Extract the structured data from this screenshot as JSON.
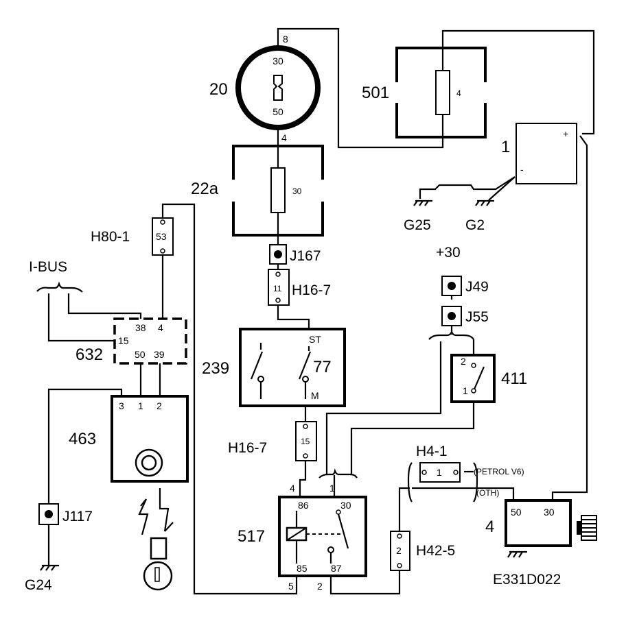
{
  "diagram_code": "E331D022",
  "components": {
    "ignition_switch": {
      "ref": "20",
      "pin_top": "8",
      "pin_30": "30",
      "pin_50": "50",
      "pin_bottom": "4"
    },
    "fuse_box": {
      "ref": "501",
      "fuse": "4"
    },
    "battery": {
      "ref": "1",
      "plus": "+",
      "minus": "-"
    },
    "fuse_22a": {
      "ref": "22a",
      "fuse": "30"
    },
    "grounds": {
      "g25": "G25",
      "g2": "G2",
      "g24": "G24"
    },
    "j167": "J167",
    "h16_7_top": {
      "ref": "H16-7",
      "pin": "11"
    },
    "h80_1": {
      "ref": "H80-1",
      "pin": "53"
    },
    "ibus": "I-BUS",
    "module_632": {
      "ref": "632",
      "p38": "38",
      "p4": "4",
      "p15": "15",
      "p50": "50",
      "p39": "39"
    },
    "module_463": {
      "ref": "463",
      "p3": "3",
      "p1": "1",
      "p2": "2"
    },
    "j117": "J117",
    "switch_239": {
      "ref": "239",
      "st": "ST",
      "num": "77",
      "m": "M"
    },
    "h16_7_mid": {
      "ref": "H16-7",
      "pin": "15"
    },
    "plus30": "+30",
    "j49": "J49",
    "j55": "J55",
    "switch_411": {
      "ref": "411",
      "p2": "2",
      "p1": "1"
    },
    "h4_1": {
      "ref": "H4-1",
      "pin": "1",
      "note1": "(PETROL V6)",
      "note2": "(OTH)"
    },
    "relay_517": {
      "ref": "517",
      "p4": "4",
      "p1": "1",
      "p86": "86",
      "p30": "30",
      "p85": "85",
      "p87": "87",
      "p5": "5",
      "p2": "2"
    },
    "h42_5": {
      "ref": "H42-5",
      "pin": "2"
    },
    "starter_4": {
      "ref": "4",
      "p50": "50",
      "p30": "30"
    }
  }
}
